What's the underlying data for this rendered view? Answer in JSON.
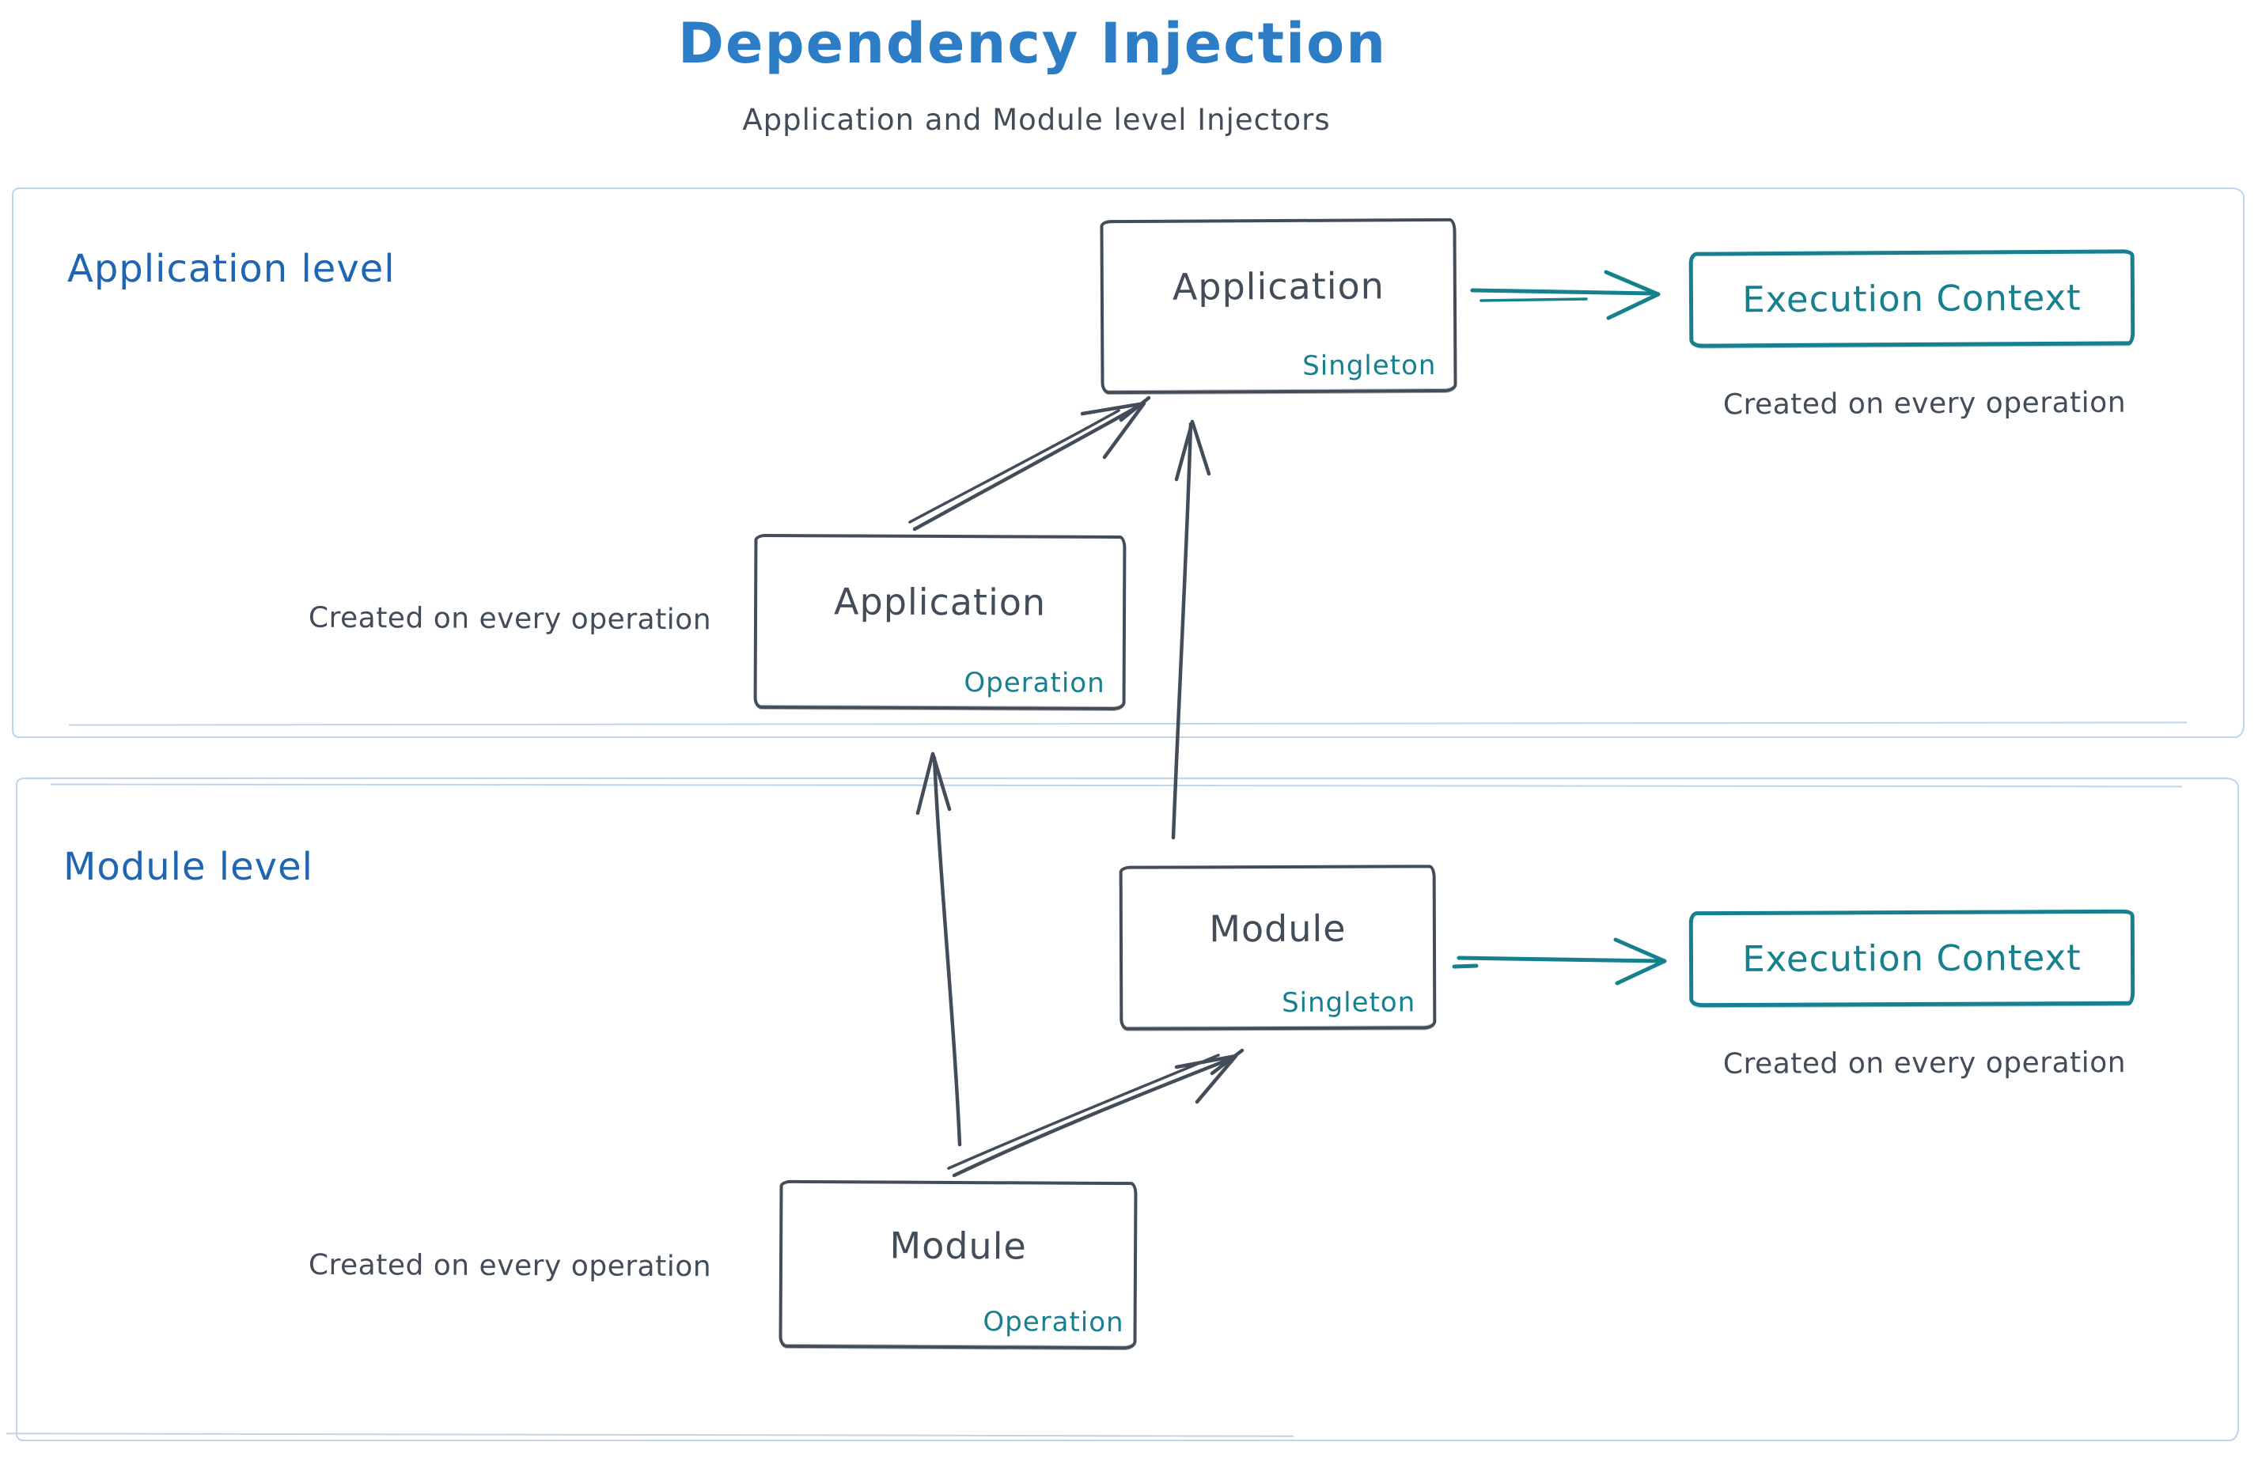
{
  "header": {
    "title": "Dependency Injection",
    "subtitle": "Application and Module level Injectors"
  },
  "colors": {
    "accent_blue": "#2d7cc6",
    "label_blue": "#2065b1",
    "ink_dark": "#434c59",
    "teal": "#17808f",
    "frame_blue": "#bfd3e9"
  },
  "sections": {
    "application": {
      "label": "Application level"
    },
    "module": {
      "label": "Module level"
    }
  },
  "nodes": {
    "application_singleton": {
      "title": "Application",
      "scope": "Singleton"
    },
    "application_operation": {
      "title": "Application",
      "scope": "Operation"
    },
    "module_singleton": {
      "title": "Module",
      "scope": "Singleton"
    },
    "module_operation": {
      "title": "Module",
      "scope": "Operation"
    },
    "execution_context_application": {
      "title": "Execution Context",
      "caption": "Created on every operation"
    },
    "execution_context_module": {
      "title": "Execution Context",
      "caption": "Created on every operation"
    },
    "application_operation_caption": "Created on every operation",
    "module_operation_caption": "Created on every operation"
  },
  "arrows": [
    {
      "name": "application-operation-to-application-singleton"
    },
    {
      "name": "module-singleton-to-application-singleton"
    },
    {
      "name": "module-operation-to-application-operation"
    },
    {
      "name": "module-operation-to-module-singleton"
    },
    {
      "name": "application-singleton-to-execution-context"
    },
    {
      "name": "module-singleton-to-execution-context"
    }
  ]
}
